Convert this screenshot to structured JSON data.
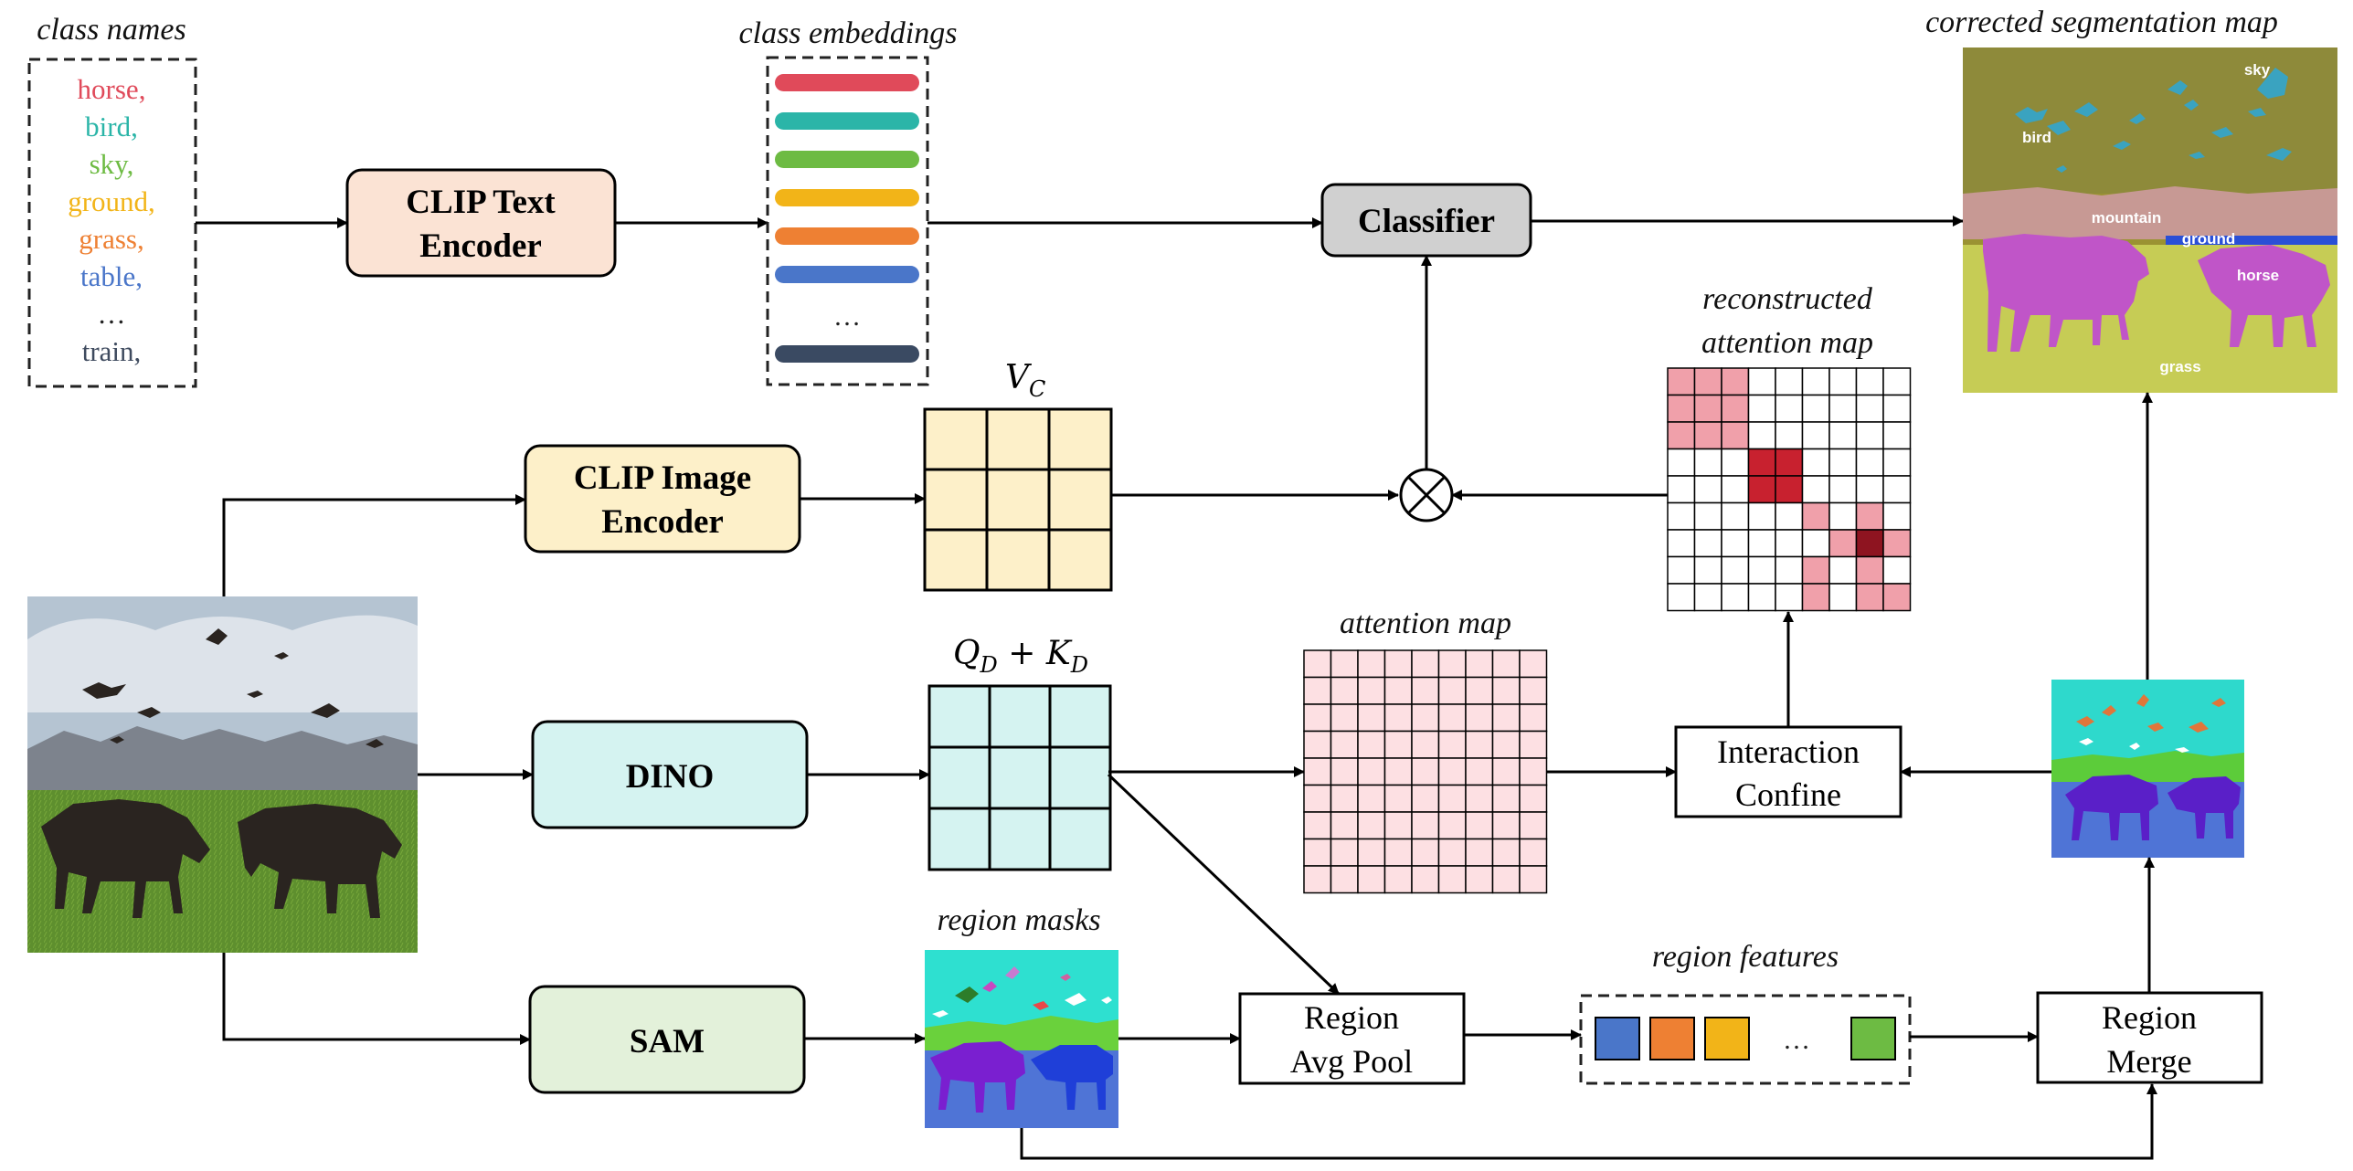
{
  "labels": {
    "class_names": "class names",
    "class_embeddings": "class embeddings",
    "corrected_map": "corrected segmentation map",
    "reconstructed_attention_1": "reconstructed",
    "reconstructed_attention_2": "attention map",
    "attention_map": "attention map",
    "region_masks": "region masks",
    "region_features": "region features",
    "vc": "V",
    "vc_sub": "C",
    "qk_q": "Q",
    "qk_q_sub": "D",
    "qk_plus": " + K",
    "qk_k_sub": "D",
    "ellipsis": "…"
  },
  "class_list": [
    {
      "text": "horse,",
      "color": "#e04a5a"
    },
    {
      "text": "bird,",
      "color": "#2bb5a8"
    },
    {
      "text": "sky,",
      "color": "#6dbb43"
    },
    {
      "text": "ground,",
      "color": "#f2b418"
    },
    {
      "text": "grass,",
      "color": "#ee8033"
    },
    {
      "text": "table,",
      "color": "#4a76c9"
    },
    {
      "text": "…",
      "color": "#222222"
    },
    {
      "text": "train,",
      "color": "#3e4a5e"
    }
  ],
  "embedding_colors": [
    "#e04a5a",
    "#2bb5a8",
    "#6dbb43",
    "#f2b418",
    "#ee8033",
    "#4a76c9"
  ],
  "embedding_last_color": "#3a4a62",
  "boxes": {
    "clip_text_1": "CLIP Text",
    "clip_text_2": "Encoder",
    "clip_image_1": "CLIP Image",
    "clip_image_2": "Encoder",
    "dino": "DINO",
    "sam": "SAM",
    "classifier": "Classifier",
    "interaction_1": "Interaction",
    "interaction_2": "Confine",
    "region_avg_1": "Region",
    "region_avg_2": "Avg Pool",
    "region_merge_1": "Region",
    "region_merge_2": "Merge"
  },
  "seg_labels": {
    "sky": "sky",
    "bird": "bird",
    "mountain": "mountain",
    "ground": "ground",
    "horse": "horse",
    "grass": "grass"
  },
  "colors": {
    "clip_text_fill": "#fbe3d4",
    "clip_image_fill": "#fdf0c9",
    "dino_fill": "#d5f3f1",
    "sam_fill": "#e3f1da",
    "classifier_fill": "#d0d0d0",
    "vc_cell": "#fdf0c9",
    "qk_cell": "#d5f3f1",
    "attention_cell": "#fde0e3",
    "recon_light": "#f0a0aa",
    "recon_mid": "#c8212f",
    "recon_dark": "#8e1420",
    "feature_colors": [
      "#4a76c9",
      "#ee8033",
      "#f2b418",
      "#6dbb43"
    ]
  }
}
